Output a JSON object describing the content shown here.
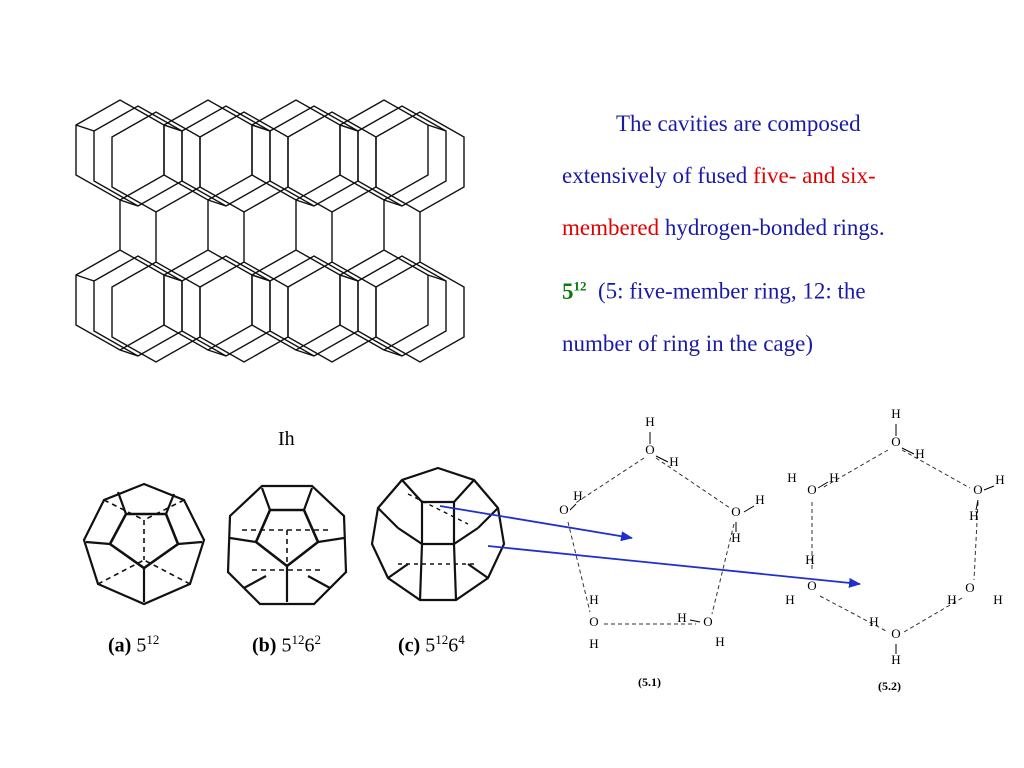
{
  "lattice": {
    "label": "Ih"
  },
  "cages": [
    {
      "letter": "(a)",
      "base": "5",
      "sup1": "12",
      "mid": "",
      "sup2": ""
    },
    {
      "letter": "(b)",
      "base": "5",
      "sup1": "12",
      "mid": "6",
      "sup2": "2"
    },
    {
      "letter": "(c)",
      "base": "5",
      "sup1": "12",
      "mid": "6",
      "sup2": "4"
    }
  ],
  "text": {
    "line1": "The cavities are composed",
    "line2_pre": "extensively of fused ",
    "line2_red": "five- and six-",
    "line3_red": "membered",
    "line3_post": " hydrogen-bonded rings.",
    "notation_base": "5",
    "notation_sup": "12",
    "notation_desc_1": "  (5: five-member ring, 12: the",
    "notation_desc_2": "number of ring in the cage)"
  },
  "rings": {
    "five_label": "(5.1)",
    "six_label": "(5.2)",
    "atom_h": "H",
    "atom_o": "O"
  },
  "colors": {
    "blue_text": "#1a1aa8",
    "red_text": "#e00000",
    "green_text": "#0a7a0a",
    "arrow": "#1f2fd0"
  }
}
